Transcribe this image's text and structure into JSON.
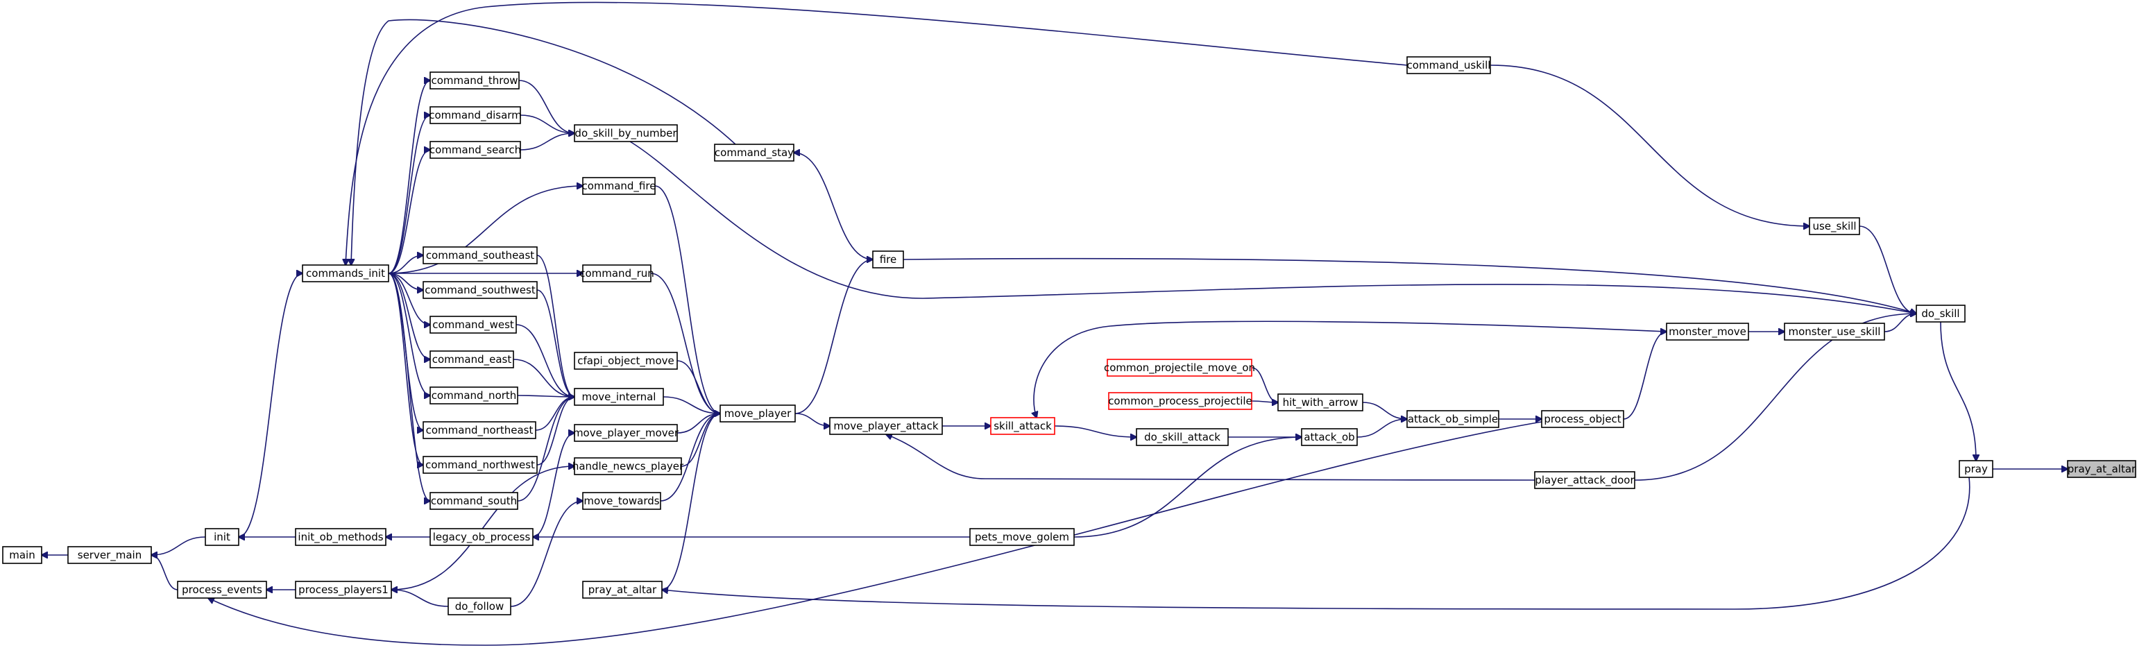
{
  "colors": {
    "edge": "#191970",
    "node_border": "#000000",
    "node_border_incomplete": "#ff0000",
    "current_node_fill": "#bfbfbf",
    "background": "#ffffff"
  },
  "nodes": [
    {
      "id": "pray_at_altar_target",
      "label": "pray_at_altar",
      "style": "current"
    },
    {
      "id": "pray",
      "label": "pray"
    },
    {
      "id": "do_skill",
      "label": "do_skill"
    },
    {
      "id": "use_skill",
      "label": "use_skill"
    },
    {
      "id": "command_uskill",
      "label": "command_uskill"
    },
    {
      "id": "monster_use_skill",
      "label": "monster_use_skill"
    },
    {
      "id": "monster_move",
      "label": "monster_move"
    },
    {
      "id": "process_object",
      "label": "process_object"
    },
    {
      "id": "player_attack_door",
      "label": "player_attack_door"
    },
    {
      "id": "attack_ob_simple",
      "label": "attack_ob_simple"
    },
    {
      "id": "hit_with_arrow",
      "label": "hit_with_arrow"
    },
    {
      "id": "attack_ob",
      "label": "attack_ob"
    },
    {
      "id": "common_projectile_move_on",
      "label": "common_projectile_move_on",
      "style": "red"
    },
    {
      "id": "common_process_projectile",
      "label": "common_process_projectile",
      "style": "red"
    },
    {
      "id": "do_skill_attack",
      "label": "do_skill_attack"
    },
    {
      "id": "skill_attack",
      "label": "skill_attack",
      "style": "red"
    },
    {
      "id": "move_player_attack",
      "label": "move_player_attack"
    },
    {
      "id": "move_player",
      "label": "move_player"
    },
    {
      "id": "fire",
      "label": "fire"
    },
    {
      "id": "command_stay",
      "label": "command_stay"
    },
    {
      "id": "do_skill_by_number",
      "label": "do_skill_by_number"
    },
    {
      "id": "command_throw",
      "label": "command_throw"
    },
    {
      "id": "command_disarm",
      "label": "command_disarm"
    },
    {
      "id": "command_search",
      "label": "command_search"
    },
    {
      "id": "command_fire",
      "label": "command_fire"
    },
    {
      "id": "command_run",
      "label": "command_run"
    },
    {
      "id": "cfapi_object_move",
      "label": "cfapi_object_move"
    },
    {
      "id": "move_internal",
      "label": "move_internal"
    },
    {
      "id": "move_player_mover",
      "label": "move_player_mover"
    },
    {
      "id": "handle_newcs_player",
      "label": "handle_newcs_player"
    },
    {
      "id": "move_towards",
      "label": "move_towards"
    },
    {
      "id": "pray_at_altar_caller",
      "label": "pray_at_altar"
    },
    {
      "id": "command_southeast",
      "label": "command_southeast"
    },
    {
      "id": "command_southwest",
      "label": "command_southwest"
    },
    {
      "id": "command_west",
      "label": "command_west"
    },
    {
      "id": "command_east",
      "label": "command_east"
    },
    {
      "id": "command_north",
      "label": "command_north"
    },
    {
      "id": "command_northeast",
      "label": "command_northeast"
    },
    {
      "id": "command_northwest",
      "label": "command_northwest"
    },
    {
      "id": "command_south",
      "label": "command_south"
    },
    {
      "id": "commands_init",
      "label": "commands_init"
    },
    {
      "id": "pets_move_golem",
      "label": "pets_move_golem"
    },
    {
      "id": "legacy_ob_process",
      "label": "legacy_ob_process"
    },
    {
      "id": "init_ob_methods",
      "label": "init_ob_methods"
    },
    {
      "id": "init",
      "label": "init"
    },
    {
      "id": "process_players1",
      "label": "process_players1"
    },
    {
      "id": "do_follow",
      "label": "do_follow"
    },
    {
      "id": "process_events",
      "label": "process_events"
    },
    {
      "id": "server_main",
      "label": "server_main"
    },
    {
      "id": "main",
      "label": "main"
    }
  ],
  "edges": [
    {
      "from": "pray",
      "to": "pray_at_altar_target"
    },
    {
      "from": "do_skill",
      "to": "pray"
    },
    {
      "from": "pray",
      "to": "pray_at_altar_caller"
    },
    {
      "from": "use_skill",
      "to": "do_skill"
    },
    {
      "from": "monster_use_skill",
      "to": "do_skill"
    },
    {
      "from": "player_attack_door",
      "to": "do_skill"
    },
    {
      "from": "fire",
      "to": "do_skill"
    },
    {
      "from": "do_skill_by_number",
      "to": "do_skill"
    },
    {
      "from": "command_uskill",
      "to": "use_skill"
    },
    {
      "from": "monster_move",
      "to": "monster_use_skill"
    },
    {
      "from": "process_object",
      "to": "monster_move"
    },
    {
      "from": "monster_move",
      "to": "skill_attack"
    },
    {
      "from": "attack_ob_simple",
      "to": "process_object"
    },
    {
      "from": "process_object",
      "to": "process_events"
    },
    {
      "from": "hit_with_arrow",
      "to": "attack_ob_simple"
    },
    {
      "from": "attack_ob",
      "to": "attack_ob_simple"
    },
    {
      "from": "common_projectile_move_on",
      "to": "hit_with_arrow"
    },
    {
      "from": "common_process_projectile",
      "to": "hit_with_arrow"
    },
    {
      "from": "do_skill_attack",
      "to": "attack_ob"
    },
    {
      "from": "pets_move_golem",
      "to": "attack_ob"
    },
    {
      "from": "player_attack_door",
      "to": "move_player_attack"
    },
    {
      "from": "skill_attack",
      "to": "do_skill_attack"
    },
    {
      "from": "move_player_attack",
      "to": "skill_attack"
    },
    {
      "from": "move_player",
      "to": "move_player_attack"
    },
    {
      "from": "move_player",
      "to": "fire"
    },
    {
      "from": "fire",
      "to": "command_stay"
    },
    {
      "from": "command_stay",
      "to": "commands_init"
    },
    {
      "from": "command_uskill",
      "to": "commands_init"
    },
    {
      "from": "command_fire",
      "to": "move_player"
    },
    {
      "from": "command_run",
      "to": "move_player"
    },
    {
      "from": "cfapi_object_move",
      "to": "move_player"
    },
    {
      "from": "move_internal",
      "to": "move_player"
    },
    {
      "from": "move_player_mover",
      "to": "move_player"
    },
    {
      "from": "handle_newcs_player",
      "to": "move_player"
    },
    {
      "from": "move_towards",
      "to": "move_player"
    },
    {
      "from": "pray_at_altar_caller",
      "to": "move_player"
    },
    {
      "from": "command_throw",
      "to": "do_skill_by_number"
    },
    {
      "from": "command_disarm",
      "to": "do_skill_by_number"
    },
    {
      "from": "command_search",
      "to": "do_skill_by_number"
    },
    {
      "from": "command_southeast",
      "to": "move_internal"
    },
    {
      "from": "command_southwest",
      "to": "move_internal"
    },
    {
      "from": "command_west",
      "to": "move_internal"
    },
    {
      "from": "command_east",
      "to": "move_internal"
    },
    {
      "from": "command_north",
      "to": "move_internal"
    },
    {
      "from": "command_northeast",
      "to": "move_internal"
    },
    {
      "from": "command_northwest",
      "to": "move_internal"
    },
    {
      "from": "command_south",
      "to": "move_internal"
    },
    {
      "from": "commands_init",
      "to": "command_throw"
    },
    {
      "from": "commands_init",
      "to": "command_disarm"
    },
    {
      "from": "commands_init",
      "to": "command_search"
    },
    {
      "from": "commands_init",
      "to": "command_fire"
    },
    {
      "from": "commands_init",
      "to": "command_run"
    },
    {
      "from": "commands_init",
      "to": "command_southeast"
    },
    {
      "from": "commands_init",
      "to": "command_southwest"
    },
    {
      "from": "commands_init",
      "to": "command_west"
    },
    {
      "from": "commands_init",
      "to": "command_east"
    },
    {
      "from": "commands_init",
      "to": "command_north"
    },
    {
      "from": "commands_init",
      "to": "command_northeast"
    },
    {
      "from": "commands_init",
      "to": "command_northwest"
    },
    {
      "from": "commands_init",
      "to": "command_south"
    },
    {
      "from": "init",
      "to": "commands_init"
    },
    {
      "from": "legacy_ob_process",
      "to": "move_player_mover"
    },
    {
      "from": "process_players1",
      "to": "handle_newcs_player"
    },
    {
      "from": "do_follow",
      "to": "move_towards"
    },
    {
      "from": "pets_move_golem",
      "to": "legacy_ob_process"
    },
    {
      "from": "legacy_ob_process",
      "to": "init_ob_methods"
    },
    {
      "from": "init_ob_methods",
      "to": "init"
    },
    {
      "from": "process_players1",
      "to": "process_events"
    },
    {
      "from": "do_follow",
      "to": "process_players1"
    },
    {
      "from": "init",
      "to": "server_main"
    },
    {
      "from": "process_events",
      "to": "server_main"
    },
    {
      "from": "server_main",
      "to": "main"
    }
  ]
}
